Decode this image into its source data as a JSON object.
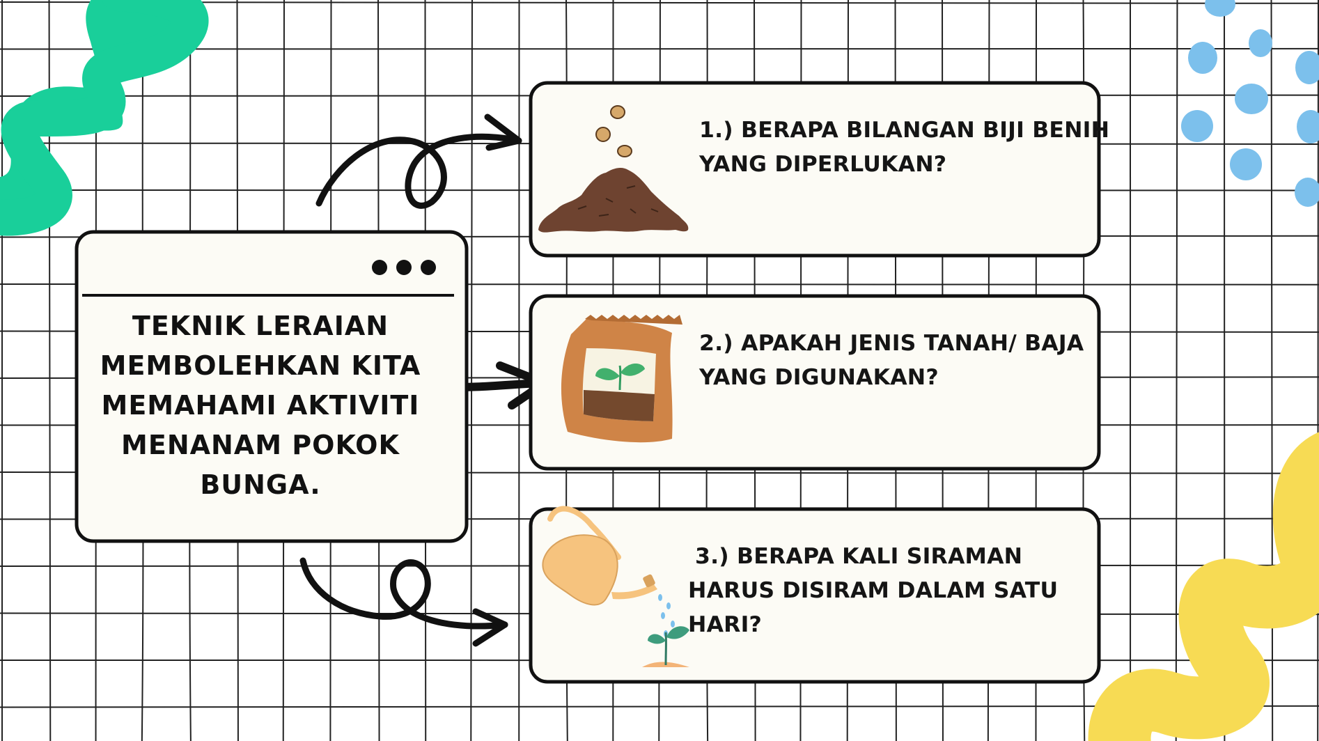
{
  "main_card": {
    "title_lines": [
      "TEKNIK LERAIAN",
      "MEMBOLEHKAN KITA",
      "MEMAHAMI AKTIVITI",
      "MENANAM POKOK",
      "BUNGA."
    ]
  },
  "questions": [
    {
      "lines": [
        "1.) BERAPA BILANGAN BIJI BENIH",
        "YANG DIPERLUKAN?"
      ],
      "icon": "soil-seeds-icon"
    },
    {
      "lines": [
        "2.) APAKAH JENIS TANAH/ BAJA",
        "YANG DIGUNAKAN?"
      ],
      "icon": "fertilizer-bag-icon"
    },
    {
      "lines": [
        "3.) BERAPA KALI SIRAMAN",
        "HARUS DISIRAM DALAM SATU",
        "HARI?"
      ],
      "icon": "watering-can-icon"
    }
  ],
  "colors": {
    "card_fill": "#fcfbf5",
    "outline": "#111111",
    "grid_line": "#222222",
    "green_squiggle": "#19cf9a",
    "blue_dots": "#7cc0ec",
    "yellow_squiggle": "#f7db54",
    "soil": "#6e4330",
    "bag": "#cf8447",
    "can": "#f6c37e"
  }
}
